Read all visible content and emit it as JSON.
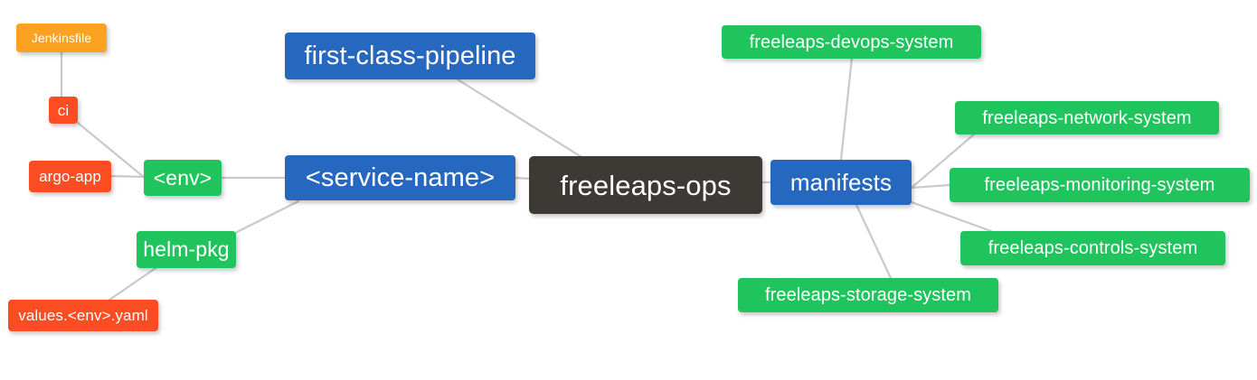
{
  "diagram": {
    "title": "freeleaps-ops repository structure mind map",
    "type": "mind-map",
    "background_color": "#ffffff",
    "edge_color": "#c9c9c9",
    "palette": {
      "root": "#3d3a36",
      "blue": "#2668c0",
      "green": "#1fc45c",
      "red": "#fb4c22",
      "orange": "#fca220",
      "text": "#ffffff"
    }
  },
  "nodes": {
    "root": {
      "label": "freeleaps-ops",
      "color": "#3d3a36"
    },
    "first_class_pipeline": {
      "label": "first-class-pipeline",
      "color": "#2668c0"
    },
    "service_name": {
      "label": "<service-name>",
      "color": "#2668c0"
    },
    "manifests": {
      "label": "manifests",
      "color": "#2668c0"
    },
    "env": {
      "label": "<env>",
      "color": "#1fc45c"
    },
    "helm_pkg": {
      "label": "helm-pkg",
      "color": "#1fc45c"
    },
    "ci": {
      "label": "ci",
      "color": "#fb4c22"
    },
    "argo_app": {
      "label": "argo-app",
      "color": "#fb4c22"
    },
    "values_yaml": {
      "label": "values.<env>.yaml",
      "color": "#fb4c22"
    },
    "jenkinsfile": {
      "label": "Jenkinsfile",
      "color": "#fca220"
    },
    "devops_system": {
      "label": "freeleaps-devops-system",
      "color": "#1fc45c"
    },
    "network_system": {
      "label": "freeleaps-network-system",
      "color": "#1fc45c"
    },
    "monitoring_system": {
      "label": "freeleaps-monitoring-system",
      "color": "#1fc45c"
    },
    "controls_system": {
      "label": "freeleaps-controls-system",
      "color": "#1fc45c"
    },
    "storage_system": {
      "label": "freeleaps-storage-system",
      "color": "#1fc45c"
    }
  },
  "edges": [
    {
      "from": "first_class_pipeline",
      "to": "root"
    },
    {
      "from": "service_name",
      "to": "root"
    },
    {
      "from": "manifests",
      "to": "root"
    },
    {
      "from": "env",
      "to": "service_name"
    },
    {
      "from": "helm_pkg",
      "to": "service_name"
    },
    {
      "from": "ci",
      "to": "env"
    },
    {
      "from": "argo_app",
      "to": "env"
    },
    {
      "from": "jenkinsfile",
      "to": "ci"
    },
    {
      "from": "values_yaml",
      "to": "helm_pkg"
    },
    {
      "from": "devops_system",
      "to": "manifests"
    },
    {
      "from": "network_system",
      "to": "manifests"
    },
    {
      "from": "monitoring_system",
      "to": "manifests"
    },
    {
      "from": "controls_system",
      "to": "manifests"
    },
    {
      "from": "storage_system",
      "to": "manifests"
    }
  ]
}
